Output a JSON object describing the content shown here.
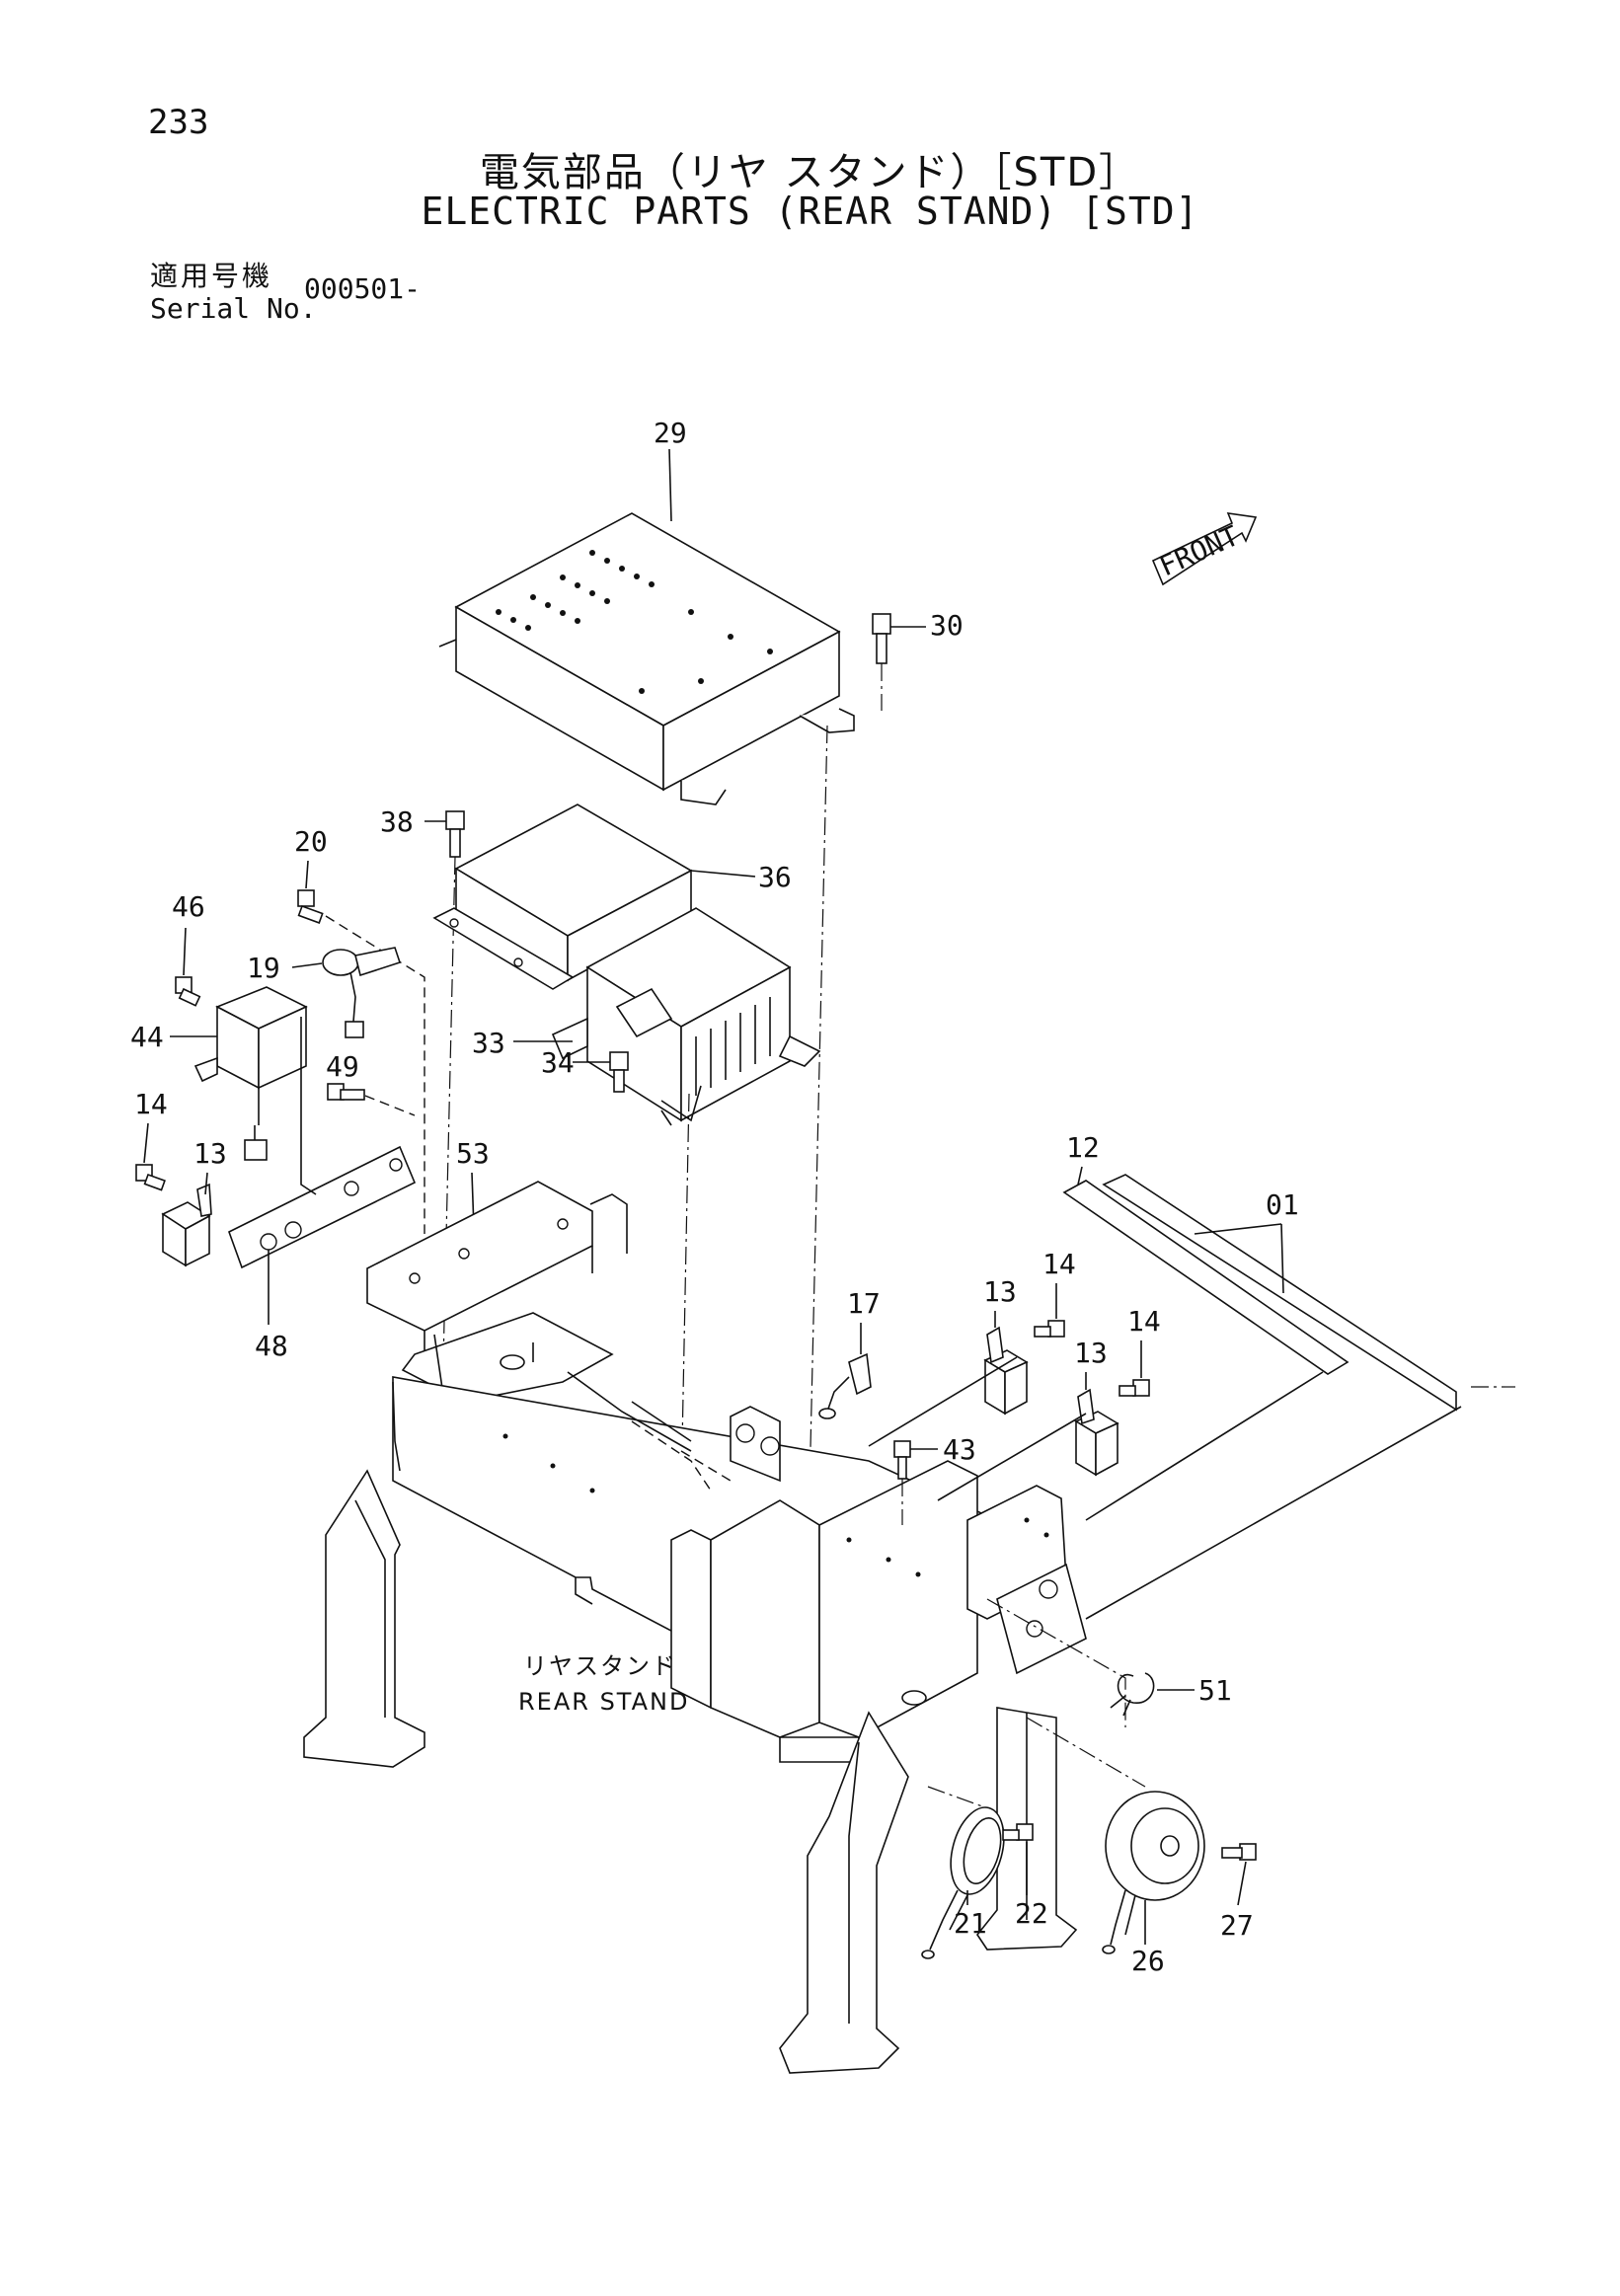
{
  "page": {
    "number": "233"
  },
  "title": {
    "japanese": "電気部品（リヤ スタンド）［STD］",
    "english": "ELECTRIC PARTS (REAR STAND) [STD]"
  },
  "serial": {
    "label_jp": "適用号機",
    "label_en": "Serial No.",
    "value": "000501-"
  },
  "diagram": {
    "front_label": "FRONT",
    "rear_stand_label_jp": "リヤスタンド",
    "rear_stand_label_en": "REAR STAND",
    "callouts": [
      "29",
      "30",
      "38",
      "36",
      "20",
      "46",
      "19",
      "44",
      "33",
      "49",
      "34",
      "14",
      "13",
      "53",
      "48",
      "12",
      "01",
      "17",
      "13",
      "14",
      "13",
      "14",
      "43",
      "51",
      "22",
      "21",
      "26",
      "27"
    ]
  }
}
